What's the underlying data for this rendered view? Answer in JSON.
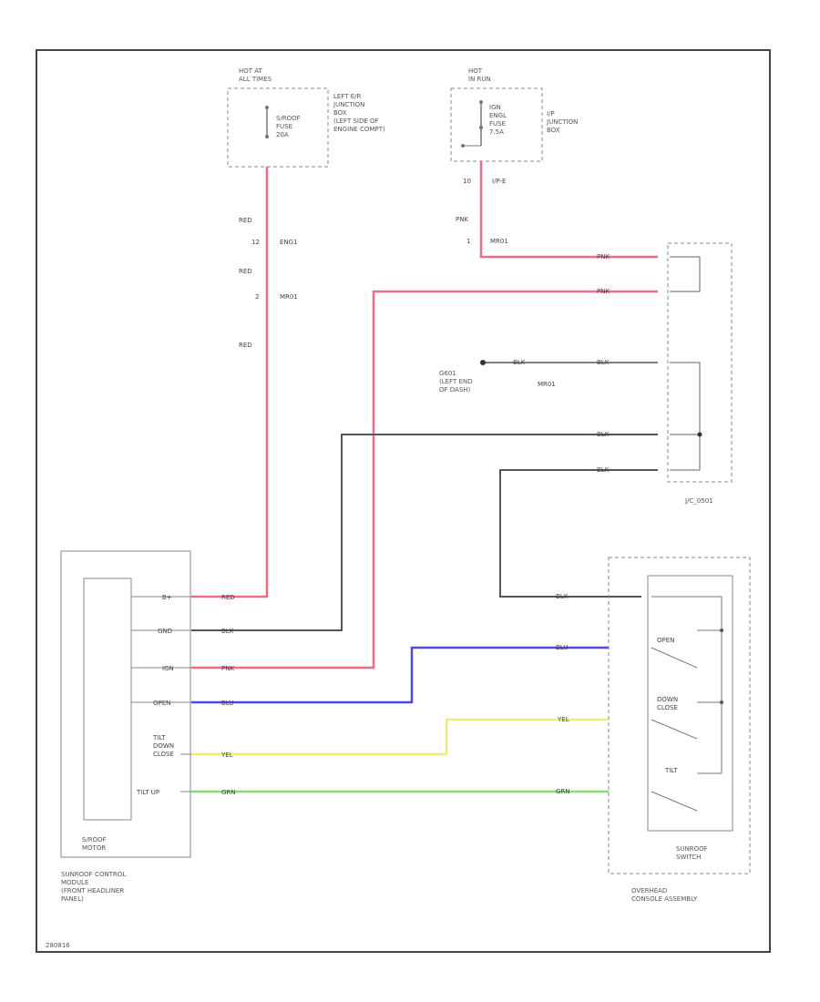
{
  "labels": {
    "hot_at_all_times": "HOT AT\nALL TIMES",
    "sroof_fuse": "S/ROOF\nFUSE\n20A",
    "left_junction_box": "LEFT E/R\nJUNCTION\nBOX\n(LEFT SIDE OF\nENGINE COMPT)",
    "hot_in_run": "HOT\nIN RUN",
    "ign_fuse": "IGN\nENGL\nFUSE\n7.5A",
    "ip_junction_box": "I/P\nJUNCTION\nBOX",
    "conn_10": "10",
    "conn_ip_e": "I/P-E",
    "conn_12": "12",
    "conn_eng1": "ENG1",
    "conn_2": "2",
    "conn_mr01_a": "MR01",
    "conn_1": "1",
    "conn_mr01_b": "MR01",
    "ground_mr01": "MR01",
    "ground_g601": "G601\n(LEFT END\nOF DASH)",
    "jc_name": "J/C_0501",
    "module_name": "SUNROOF CONTROL\nMODULE\n(FRONT HEADLINER\nPANEL)",
    "motor_name": "S/ROOF\nMOTOR",
    "pin_bplus": "B+",
    "pin_gnd": "GND",
    "pin_ign": "IGN",
    "pin_open": "OPEN",
    "pin_tilt_down_close": "TILT\nDOWN\nCLOSE",
    "pin_tilt_up": "TILT UP",
    "switch_name": "SUNROOF\nSWITCH",
    "console_name": "OVERHEAD\nCONSOLE ASSEMBLY",
    "sw_open": "OPEN",
    "sw_down_close": "DOWN\nCLOSE",
    "sw_tilt": "TILT",
    "diagram_id": "280816"
  },
  "wires": {
    "red": "RED",
    "pnk": "PNK",
    "blk": "BLK",
    "blu": "BLU",
    "yel": "YEL",
    "grn": "GRN"
  },
  "colors": {
    "red_wire": "#f06b86",
    "pink_wire": "#f06b86",
    "black_wire": "#555555",
    "blue_wire": "#4a4ae0",
    "yellow_wire": "#eded7a",
    "green_wire": "#7fe06a",
    "frame": "#333333",
    "dashed": "#888888"
  }
}
